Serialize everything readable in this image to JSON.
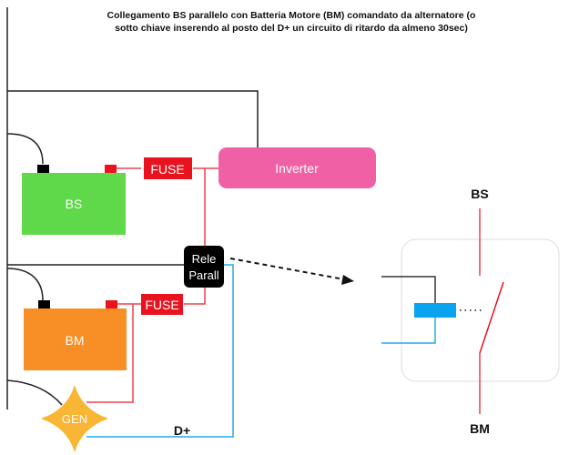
{
  "title": "Collegamento BS parallelo con Batteria Motore (BM) comandato da alternatore (o sotto chiave inserendo al posto del D+ un circuito di ritardo da almeno 30sec)",
  "nodes": {
    "battery_service": {
      "label": "BS",
      "color": "#5fd84a"
    },
    "battery_motor": {
      "label": "BM",
      "color": "#f78f26"
    },
    "fuse_top": {
      "label": "FUSE",
      "color": "#e8131f"
    },
    "fuse_bottom": {
      "label": "FUSE",
      "color": "#e8131f"
    },
    "inverter": {
      "label": "Inverter",
      "color": "#f060a4"
    },
    "relay": {
      "line1": "Rele",
      "line2": "Parall",
      "color": "#000000"
    },
    "generator": {
      "label": "GEN",
      "color": "#f9b534"
    },
    "dplus_label": "D+"
  },
  "relay_detail": {
    "top_label": "BS",
    "bottom_label": "BM",
    "coil_color": "#0aa3f0",
    "contact_color": "#f0404e"
  },
  "wire_colors": {
    "ground": "#111111",
    "positive": "#f0404e",
    "signal": "#22a8ee"
  }
}
